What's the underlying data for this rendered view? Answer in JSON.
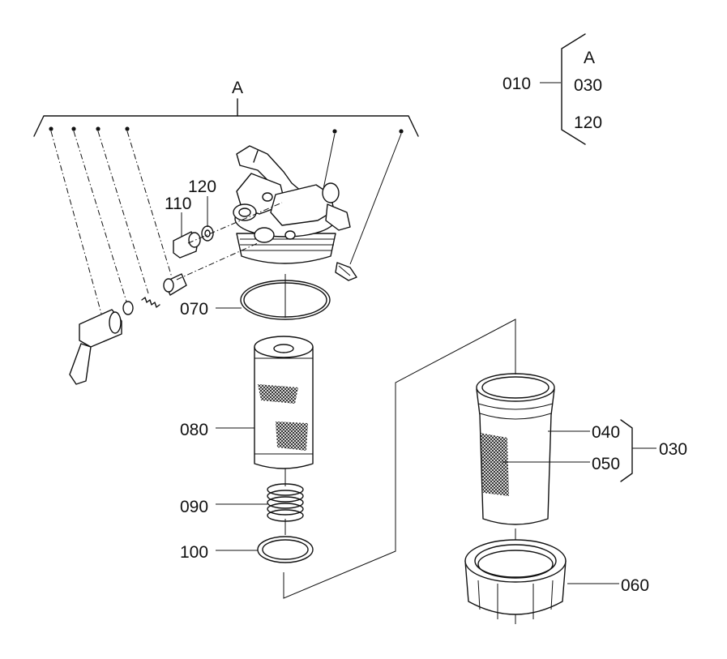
{
  "assembly_label": "A",
  "bracket_010": {
    "code": "010",
    "lines": [
      "A",
      "030",
      "120"
    ]
  },
  "parts": {
    "p040": "040",
    "p050": "050",
    "p030": "030",
    "p060": "060",
    "p070": "070",
    "p080": "080",
    "p090": "090",
    "p100": "100",
    "p110": "110",
    "p120": "120"
  }
}
